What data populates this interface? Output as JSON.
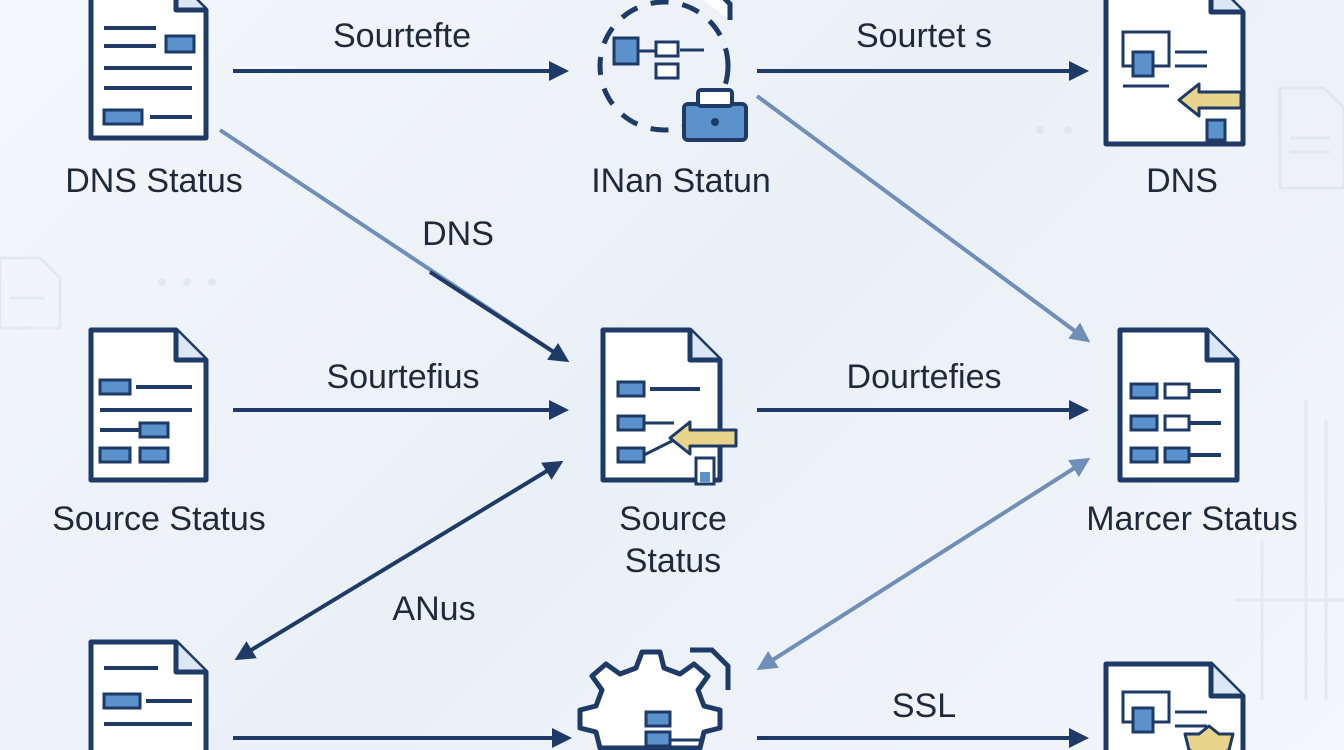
{
  "colors": {
    "navy": "#1e3a66",
    "light_arrow": "#6f8fb8",
    "icon_fill": "#ffffff",
    "icon_blue": "#5b92cc",
    "accent_gold": "#e8d48a",
    "text": "#1e2a3a"
  },
  "nodes": [
    {
      "id": "n1",
      "icon": "document-icon",
      "label": "DNS Status"
    },
    {
      "id": "n2",
      "icon": "network-gear-document-icon",
      "label": "INan Statun"
    },
    {
      "id": "n3",
      "icon": "dashboard-transfer-document-icon",
      "label": "DNS"
    },
    {
      "id": "n4",
      "icon": "document-icon",
      "label": "Source Status"
    },
    {
      "id": "n5",
      "icon": "document-transfer-icon",
      "label_lines": [
        "Source",
        "Status"
      ]
    },
    {
      "id": "n6",
      "icon": "document-icon",
      "label": "Marcer Status"
    },
    {
      "id": "n7",
      "icon": "document-icon",
      "label": ""
    },
    {
      "id": "n8",
      "icon": "gear-document-icon",
      "label": ""
    },
    {
      "id": "n9",
      "icon": "dashboard-shield-document-icon",
      "label": ""
    }
  ],
  "edges": [
    {
      "from": "n1",
      "to": "n2",
      "label": "Sourtefte"
    },
    {
      "from": "n2",
      "to": "n3",
      "label": "Sourtet s"
    },
    {
      "from": "n1",
      "to": "n5",
      "label": "DNS"
    },
    {
      "from": "n2",
      "to": "n6",
      "label": ""
    },
    {
      "from": "n4",
      "to": "n5",
      "label": "Sourtefius"
    },
    {
      "from": "n5",
      "to": "n6",
      "label": "Dourtefies"
    },
    {
      "from": "n5",
      "to": "n7",
      "label": "ANus",
      "bidirectional": true
    },
    {
      "from": "n6",
      "to": "n8",
      "label": "",
      "bidirectional": true
    },
    {
      "from": "n7",
      "to": "n8",
      "label": ""
    },
    {
      "from": "n8",
      "to": "n9",
      "label": "SSL"
    }
  ]
}
